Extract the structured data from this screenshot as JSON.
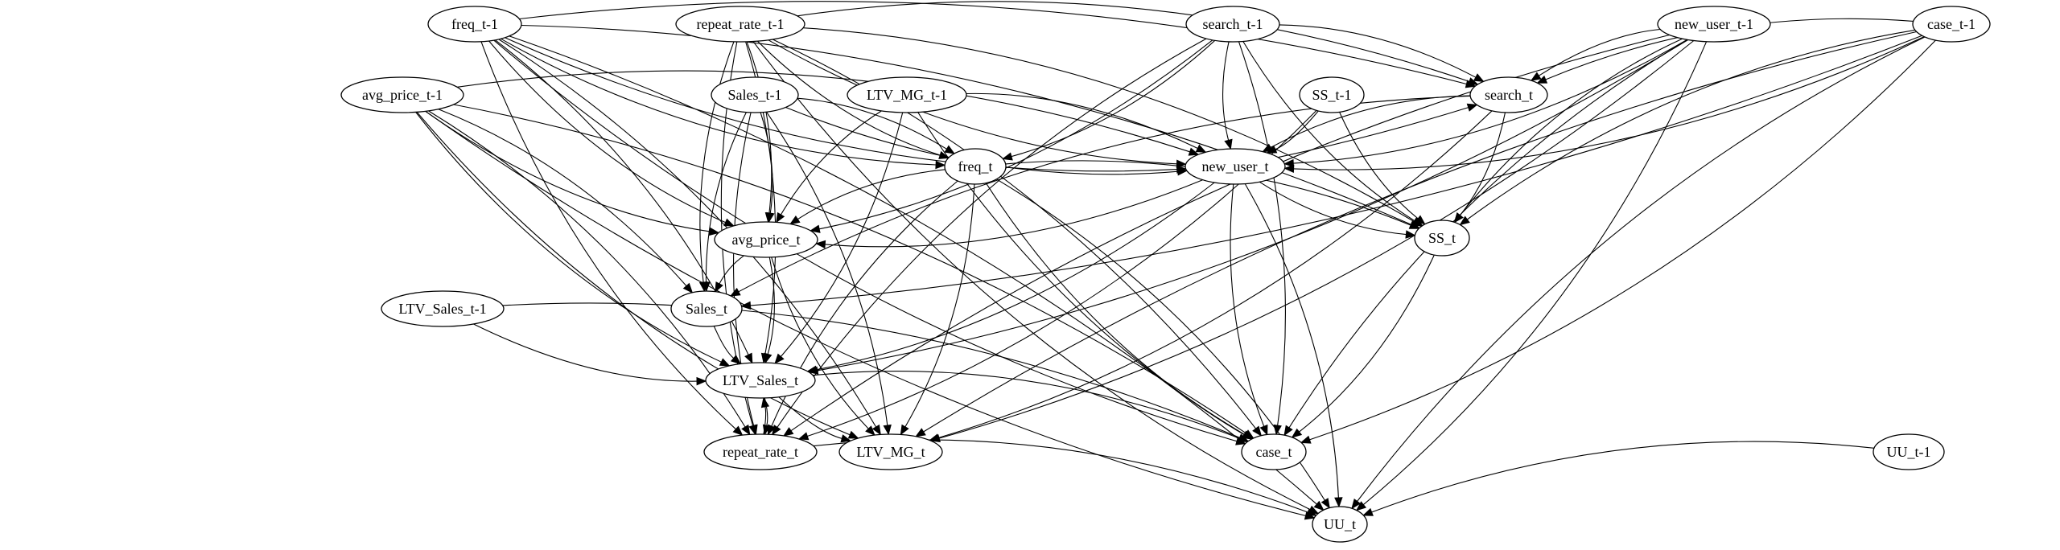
{
  "diagram": {
    "type": "directed-graph",
    "title": "",
    "nodes": [
      {
        "id": "freq_t-1",
        "label": "freq_t-1"
      },
      {
        "id": "repeat_rate_t-1",
        "label": "repeat_rate_t-1"
      },
      {
        "id": "search_t-1",
        "label": "search_t-1"
      },
      {
        "id": "new_user_t-1",
        "label": "new_user_t-1"
      },
      {
        "id": "case_t-1",
        "label": "case_t-1"
      },
      {
        "id": "avg_price_t-1",
        "label": "avg_price_t-1"
      },
      {
        "id": "Sales_t-1",
        "label": "Sales_t-1"
      },
      {
        "id": "LTV_MG_t-1",
        "label": "LTV_MG_t-1"
      },
      {
        "id": "SS_t-1",
        "label": "SS_t-1"
      },
      {
        "id": "search_t",
        "label": "search_t"
      },
      {
        "id": "freq_t",
        "label": "freq_t"
      },
      {
        "id": "new_user_t",
        "label": "new_user_t"
      },
      {
        "id": "avg_price_t",
        "label": "avg_price_t"
      },
      {
        "id": "SS_t",
        "label": "SS_t"
      },
      {
        "id": "LTV_Sales_t-1",
        "label": "LTV_Sales_t-1"
      },
      {
        "id": "Sales_t",
        "label": "Sales_t"
      },
      {
        "id": "LTV_Sales_t",
        "label": "LTV_Sales_t"
      },
      {
        "id": "repeat_rate_t",
        "label": "repeat_rate_t"
      },
      {
        "id": "LTV_MG_t",
        "label": "LTV_MG_t"
      },
      {
        "id": "case_t",
        "label": "case_t"
      },
      {
        "id": "UU_t-1",
        "label": "UU_t-1"
      },
      {
        "id": "UU_t",
        "label": "UU_t"
      }
    ],
    "edges": [
      [
        "freq_t-1",
        "search_t"
      ],
      [
        "freq_t-1",
        "new_user_t"
      ],
      [
        "freq_t-1",
        "SS_t"
      ],
      [
        "freq_t-1",
        "avg_price_t"
      ],
      [
        "freq_t-1",
        "LTV_Sales_t"
      ],
      [
        "freq_t-1",
        "repeat_rate_t"
      ],
      [
        "freq_t-1",
        "LTV_MG_t"
      ],
      [
        "freq_t-1",
        "case_t"
      ],
      [
        "freq_t-1",
        "UU_t"
      ],
      [
        "freq_t-1",
        "freq_t"
      ],
      [
        "repeat_rate_t-1",
        "search_t"
      ],
      [
        "repeat_rate_t-1",
        "new_user_t"
      ],
      [
        "repeat_rate_t-1",
        "SS_t"
      ],
      [
        "repeat_rate_t-1",
        "freq_t"
      ],
      [
        "repeat_rate_t-1",
        "avg_price_t"
      ],
      [
        "repeat_rate_t-1",
        "Sales_t"
      ],
      [
        "repeat_rate_t-1",
        "LTV_Sales_t"
      ],
      [
        "repeat_rate_t-1",
        "repeat_rate_t"
      ],
      [
        "repeat_rate_t-1",
        "case_t"
      ],
      [
        "repeat_rate_t-1",
        "UU_t"
      ],
      [
        "search_t-1",
        "search_t"
      ],
      [
        "search_t-1",
        "new_user_t"
      ],
      [
        "search_t-1",
        "freq_t"
      ],
      [
        "search_t-1",
        "SS_t"
      ],
      [
        "search_t-1",
        "avg_price_t"
      ],
      [
        "search_t-1",
        "repeat_rate_t"
      ],
      [
        "search_t-1",
        "case_t"
      ],
      [
        "new_user_t-1",
        "search_t"
      ],
      [
        "new_user_t-1",
        "new_user_t"
      ],
      [
        "new_user_t-1",
        "SS_t"
      ],
      [
        "new_user_t-1",
        "LTV_Sales_t"
      ],
      [
        "new_user_t-1",
        "repeat_rate_t"
      ],
      [
        "new_user_t-1",
        "LTV_MG_t"
      ],
      [
        "new_user_t-1",
        "case_t"
      ],
      [
        "new_user_t-1",
        "UU_t"
      ],
      [
        "case_t-1",
        "search_t"
      ],
      [
        "case_t-1",
        "new_user_t"
      ],
      [
        "case_t-1",
        "SS_t"
      ],
      [
        "case_t-1",
        "Sales_t"
      ],
      [
        "case_t-1",
        "LTV_MG_t"
      ],
      [
        "case_t-1",
        "case_t"
      ],
      [
        "case_t-1",
        "UU_t"
      ],
      [
        "avg_price_t-1",
        "new_user_t"
      ],
      [
        "avg_price_t-1",
        "avg_price_t"
      ],
      [
        "avg_price_t-1",
        "Sales_t"
      ],
      [
        "avg_price_t-1",
        "LTV_Sales_t"
      ],
      [
        "avg_price_t-1",
        "repeat_rate_t"
      ],
      [
        "avg_price_t-1",
        "LTV_MG_t"
      ],
      [
        "avg_price_t-1",
        "case_t"
      ],
      [
        "avg_price_t-1",
        "UU_t"
      ],
      [
        "Sales_t-1",
        "freq_t"
      ],
      [
        "Sales_t-1",
        "new_user_t"
      ],
      [
        "Sales_t-1",
        "avg_price_t"
      ],
      [
        "Sales_t-1",
        "Sales_t"
      ],
      [
        "Sales_t-1",
        "LTV_MG_t"
      ],
      [
        "Sales_t-1",
        "repeat_rate_t"
      ],
      [
        "LTV_MG_t-1",
        "new_user_t"
      ],
      [
        "LTV_MG_t-1",
        "avg_price_t"
      ],
      [
        "LTV_MG_t-1",
        "LTV_Sales_t"
      ],
      [
        "LTV_MG_t-1",
        "case_t"
      ],
      [
        "SS_t-1",
        "new_user_t"
      ],
      [
        "SS_t-1",
        "SS_t"
      ],
      [
        "SS_t-1",
        "repeat_rate_t"
      ],
      [
        "search_t",
        "new_user_t"
      ],
      [
        "search_t",
        "SS_t"
      ],
      [
        "search_t",
        "Sales_t"
      ],
      [
        "search_t",
        "LTV_MG_t"
      ],
      [
        "new_user_t",
        "search_t"
      ],
      [
        "new_user_t",
        "avg_price_t"
      ],
      [
        "new_user_t",
        "SS_t"
      ],
      [
        "new_user_t",
        "LTV_Sales_t"
      ],
      [
        "new_user_t",
        "case_t"
      ],
      [
        "new_user_t",
        "UU_t"
      ],
      [
        "freq_t",
        "avg_price_t"
      ],
      [
        "freq_t",
        "SS_t"
      ],
      [
        "freq_t",
        "repeat_rate_t"
      ],
      [
        "freq_t",
        "LTV_MG_t"
      ],
      [
        "freq_t",
        "case_t"
      ],
      [
        "freq_t",
        "UU_t"
      ],
      [
        "avg_price_t",
        "Sales_t"
      ],
      [
        "avg_price_t",
        "LTV_Sales_t"
      ],
      [
        "avg_price_t",
        "LTV_MG_t"
      ],
      [
        "SS_t",
        "case_t"
      ],
      [
        "LTV_Sales_t-1",
        "LTV_Sales_t"
      ],
      [
        "LTV_Sales_t-1",
        "case_t"
      ],
      [
        "Sales_t",
        "LTV_Sales_t"
      ],
      [
        "LTV_Sales_t",
        "repeat_rate_t"
      ],
      [
        "LTV_Sales_t",
        "LTV_MG_t"
      ],
      [
        "LTV_Sales_t",
        "case_t"
      ],
      [
        "repeat_rate_t",
        "LTV_Sales_t"
      ],
      [
        "repeat_rate_t",
        "UU_t"
      ],
      [
        "UU_t-1",
        "UU_t"
      ]
    ]
  }
}
